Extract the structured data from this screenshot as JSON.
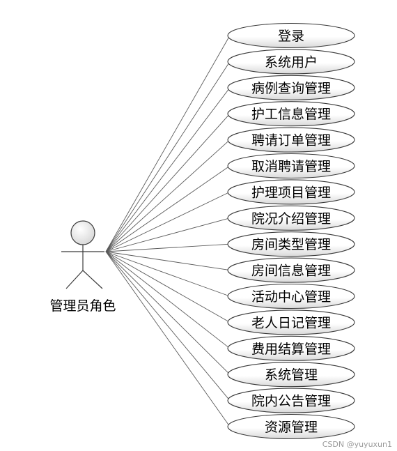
{
  "actor": {
    "label": "管理员角色"
  },
  "use_cases": [
    {
      "label": "登录"
    },
    {
      "label": "系统用户"
    },
    {
      "label": "病例查询管理"
    },
    {
      "label": "护工信息管理"
    },
    {
      "label": "聘请订单管理"
    },
    {
      "label": "取消聘请管理"
    },
    {
      "label": "护理项目管理"
    },
    {
      "label": "院况介绍管理"
    },
    {
      "label": "房间类型管理"
    },
    {
      "label": "房间信息管理"
    },
    {
      "label": "活动中心管理"
    },
    {
      "label": "老人日记管理"
    },
    {
      "label": "费用结算管理"
    },
    {
      "label": "系统管理"
    },
    {
      "label": "院内公告管理"
    },
    {
      "label": "资源管理"
    }
  ],
  "watermark": "CSDN @yuyuxun1",
  "colors": {
    "line": "#5a5a5a",
    "ellipse_stroke": "#3a3a3a",
    "gradient_light": "#ffffff",
    "gradient_dark": "#d9d9d9"
  }
}
